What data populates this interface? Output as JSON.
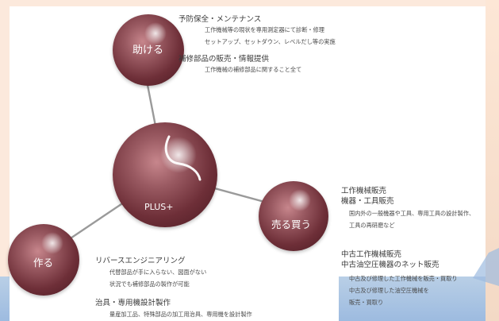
{
  "nodes": {
    "center": {
      "label": "PLUS+"
    },
    "help": {
      "label": "助ける"
    },
    "sell": {
      "label": "売る買う"
    },
    "make": {
      "label": "作る"
    }
  },
  "help_text": {
    "h1": "予防保全・メンテナンス",
    "s1": "工作機械等の現状を専用測定器にて診断・修理",
    "s2": "セットアップ、セットダウン、レベルだし等の実施",
    "h2": "補修部品の販売・情報提供",
    "s3": "工作機械の補修部品に関すること全て"
  },
  "sell_text": {
    "h1": "工作機械販売",
    "h2": "機器・工具販売",
    "s1": "国内外の一般機器や工具、専用工具の設計製作、",
    "s2": "工具の再研磨など",
    "h3": "中古工作機械販売",
    "h4": "中古油空圧機器のネット販売",
    "s3": "中古及び修理した工作機械を販売・買取り",
    "s4": "中古及び修理した油空圧機械を",
    "s5": "販売・買取り"
  },
  "make_text": {
    "h1": "リバースエンジニアリング",
    "s1": "代替部品が手に入らない、図面がない",
    "s2": "状況でも補修部品の製作が可能",
    "h2": "治具・専用機設計製作",
    "s3": "量産加工品、特殊部品の加工用治具、専用機を設計製作"
  },
  "colors": {
    "sphere_dark": "#4a1a22",
    "sphere_mid": "#9a5a62",
    "connector": "#9a9a9a",
    "background": "#fce9dc",
    "band": "#a9c4e2"
  }
}
